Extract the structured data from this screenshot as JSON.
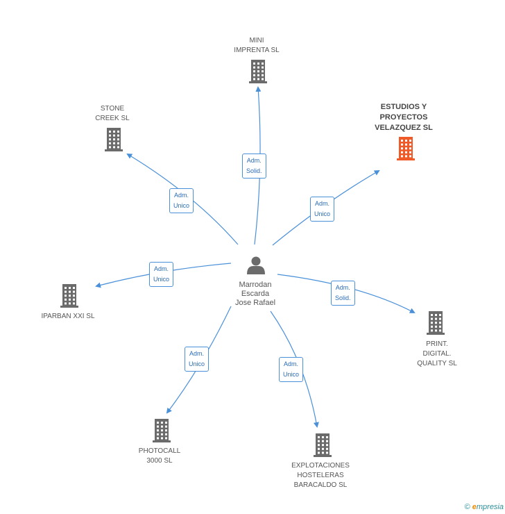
{
  "person": {
    "line1": "Marrodan",
    "line2": "Escarda",
    "line3": "Jose Rafael"
  },
  "companies": [
    {
      "id": "mini-imprenta",
      "label": "MINI\nIMPRENTA SL",
      "color": "#6b6b6b",
      "highlight": false
    },
    {
      "id": "stone-creek",
      "label": "STONE\nCREEK SL",
      "color": "#6b6b6b",
      "highlight": false
    },
    {
      "id": "estudios-proyectos",
      "label": "ESTUDIOS Y\nPROYECTOS\nVELAZQUEZ SL",
      "color": "#f05a28",
      "highlight": true
    },
    {
      "id": "iparban",
      "label": "IPARBAN XXI SL",
      "color": "#6b6b6b",
      "highlight": false
    },
    {
      "id": "print-digital",
      "label": "PRINT.\nDIGITAL.\nQUALITY SL",
      "color": "#6b6b6b",
      "highlight": false
    },
    {
      "id": "photocall",
      "label": "PHOTOCALL\n3000 SL",
      "color": "#6b6b6b",
      "highlight": false
    },
    {
      "id": "explotaciones",
      "label": "EXPLOTACIONES\nHOSTELERAS\nBARACALDO  SL",
      "color": "#6b6b6b",
      "highlight": false
    }
  ],
  "edges": [
    {
      "target": "mini-imprenta",
      "line1": "Adm.",
      "line2": "Solid."
    },
    {
      "target": "stone-creek",
      "line1": "Adm.",
      "line2": "Unico"
    },
    {
      "target": "estudios-proyectos",
      "line1": "Adm.",
      "line2": "Unico"
    },
    {
      "target": "iparban",
      "line1": "Adm.",
      "line2": "Unico"
    },
    {
      "target": "print-digital",
      "line1": "Adm.",
      "line2": "Solid."
    },
    {
      "target": "photocall",
      "line1": "Adm.",
      "line2": "Unico"
    },
    {
      "target": "explotaciones",
      "line1": "Adm.",
      "line2": "Unico"
    }
  ],
  "colors": {
    "edge": "#4a90d9",
    "person": "#6b6b6b"
  },
  "footer": {
    "copyright": "©",
    "brand_e": "e",
    "brand_rest": "mpresia"
  }
}
